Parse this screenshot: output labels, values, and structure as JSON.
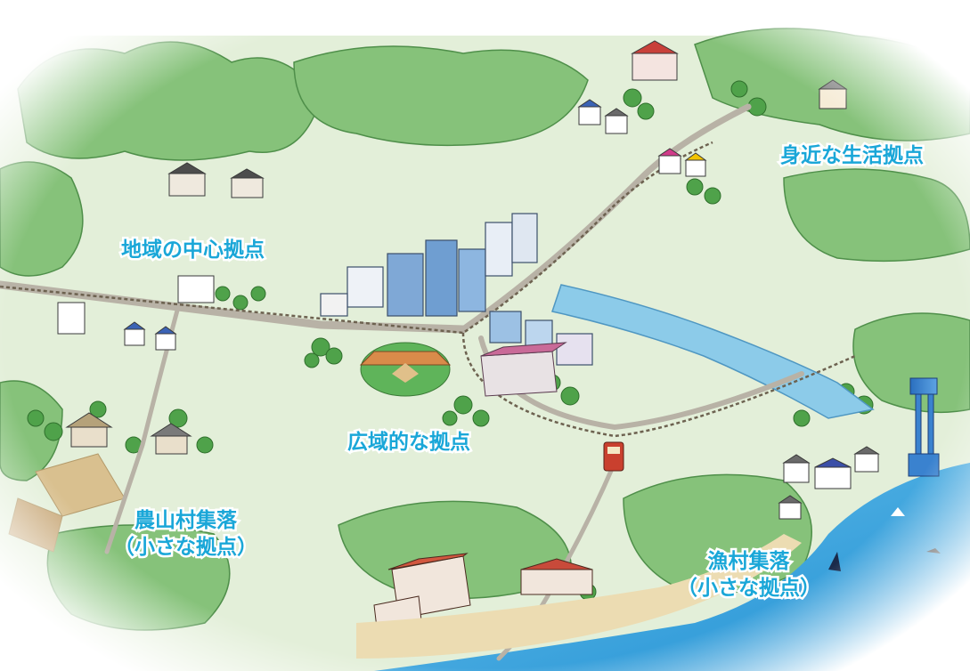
{
  "labels": {
    "neighborhood_hub": "身近な生活拠点",
    "regional_center": "地域の中心拠点",
    "wide_area_hub": "広域的な拠点",
    "farming_village_line1": "農山村集落",
    "farming_village_line2": "（小さな拠点）",
    "fishing_village_line1": "漁村集落",
    "fishing_village_line2": "（小さな拠点）"
  },
  "colors": {
    "label_text": "#1aa7d8",
    "forest": "#7fbf73",
    "field": "#dcebd0",
    "sea": "#3aa6dc",
    "river": "#7fc3e6",
    "road": "#b8b2a6"
  }
}
